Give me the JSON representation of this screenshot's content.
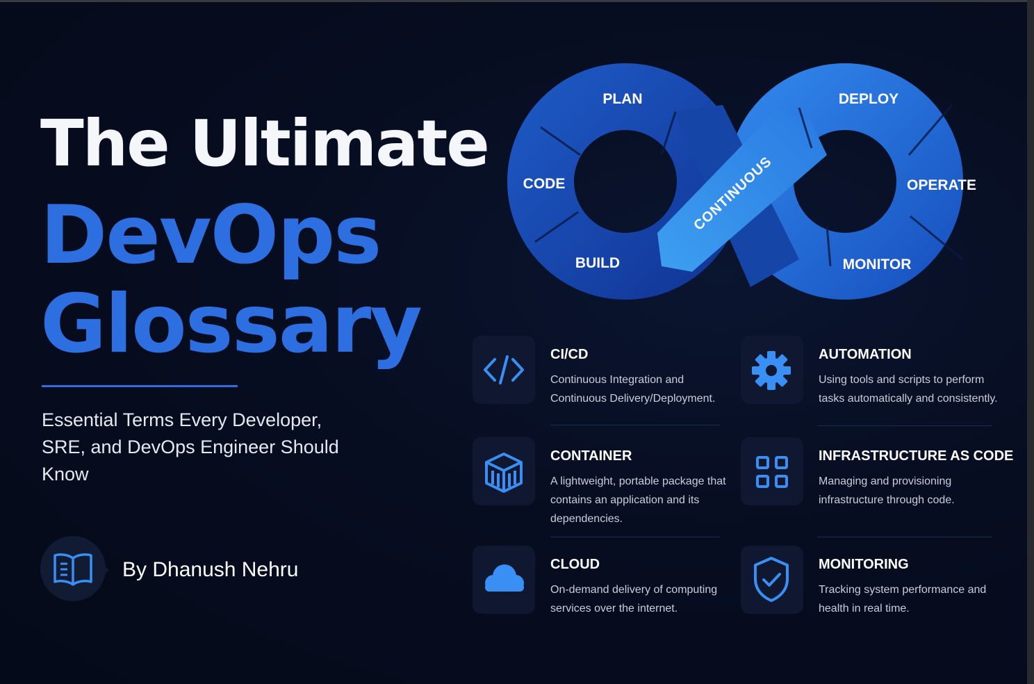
{
  "title": {
    "line1": "The Ultimate",
    "line2": "DevOps",
    "line3": "Glossary"
  },
  "subtitle": "Essential Terms Every Developer, SRE, and DevOps Engineer Should Know",
  "author": "By Dhanush Nehru",
  "author_icon": "book-icon",
  "loop": {
    "stages": {
      "plan": "PLAN",
      "code": "CODE",
      "build": "BUILD",
      "deploy": "DEPLOY",
      "operate": "OPERATE",
      "monitor": "MONITOR"
    },
    "center": "CONTINUOUS"
  },
  "colors": {
    "accent": "#2d6fe0",
    "background": "#070d20",
    "loop_dark": "#1a4aa6",
    "loop_light": "#3a8fe6",
    "icon": "#3a8ff5"
  },
  "terms": [
    {
      "name": "CI/CD",
      "desc": "Continuous Integration and Continuous Delivery/Deployment.",
      "icon": "code-icon"
    },
    {
      "name": "AUTOMATION",
      "desc": "Using tools and scripts to perform tasks automatically and consistently.",
      "icon": "gear-icon"
    },
    {
      "name": "CONTAINER",
      "desc": "A lightweight, portable package that contains an application and its dependencies.",
      "icon": "container-icon"
    },
    {
      "name": "INFRASTRUCTURE AS CODE",
      "desc": "Managing and provisioning infrastructure through code.",
      "icon": "grid-icon"
    },
    {
      "name": "CLOUD",
      "desc": "On-demand delivery of computing services over the internet.",
      "icon": "cloud-icon"
    },
    {
      "name": "MONITORING",
      "desc": "Tracking system performance and health in real time.",
      "icon": "shield-check-icon"
    }
  ]
}
